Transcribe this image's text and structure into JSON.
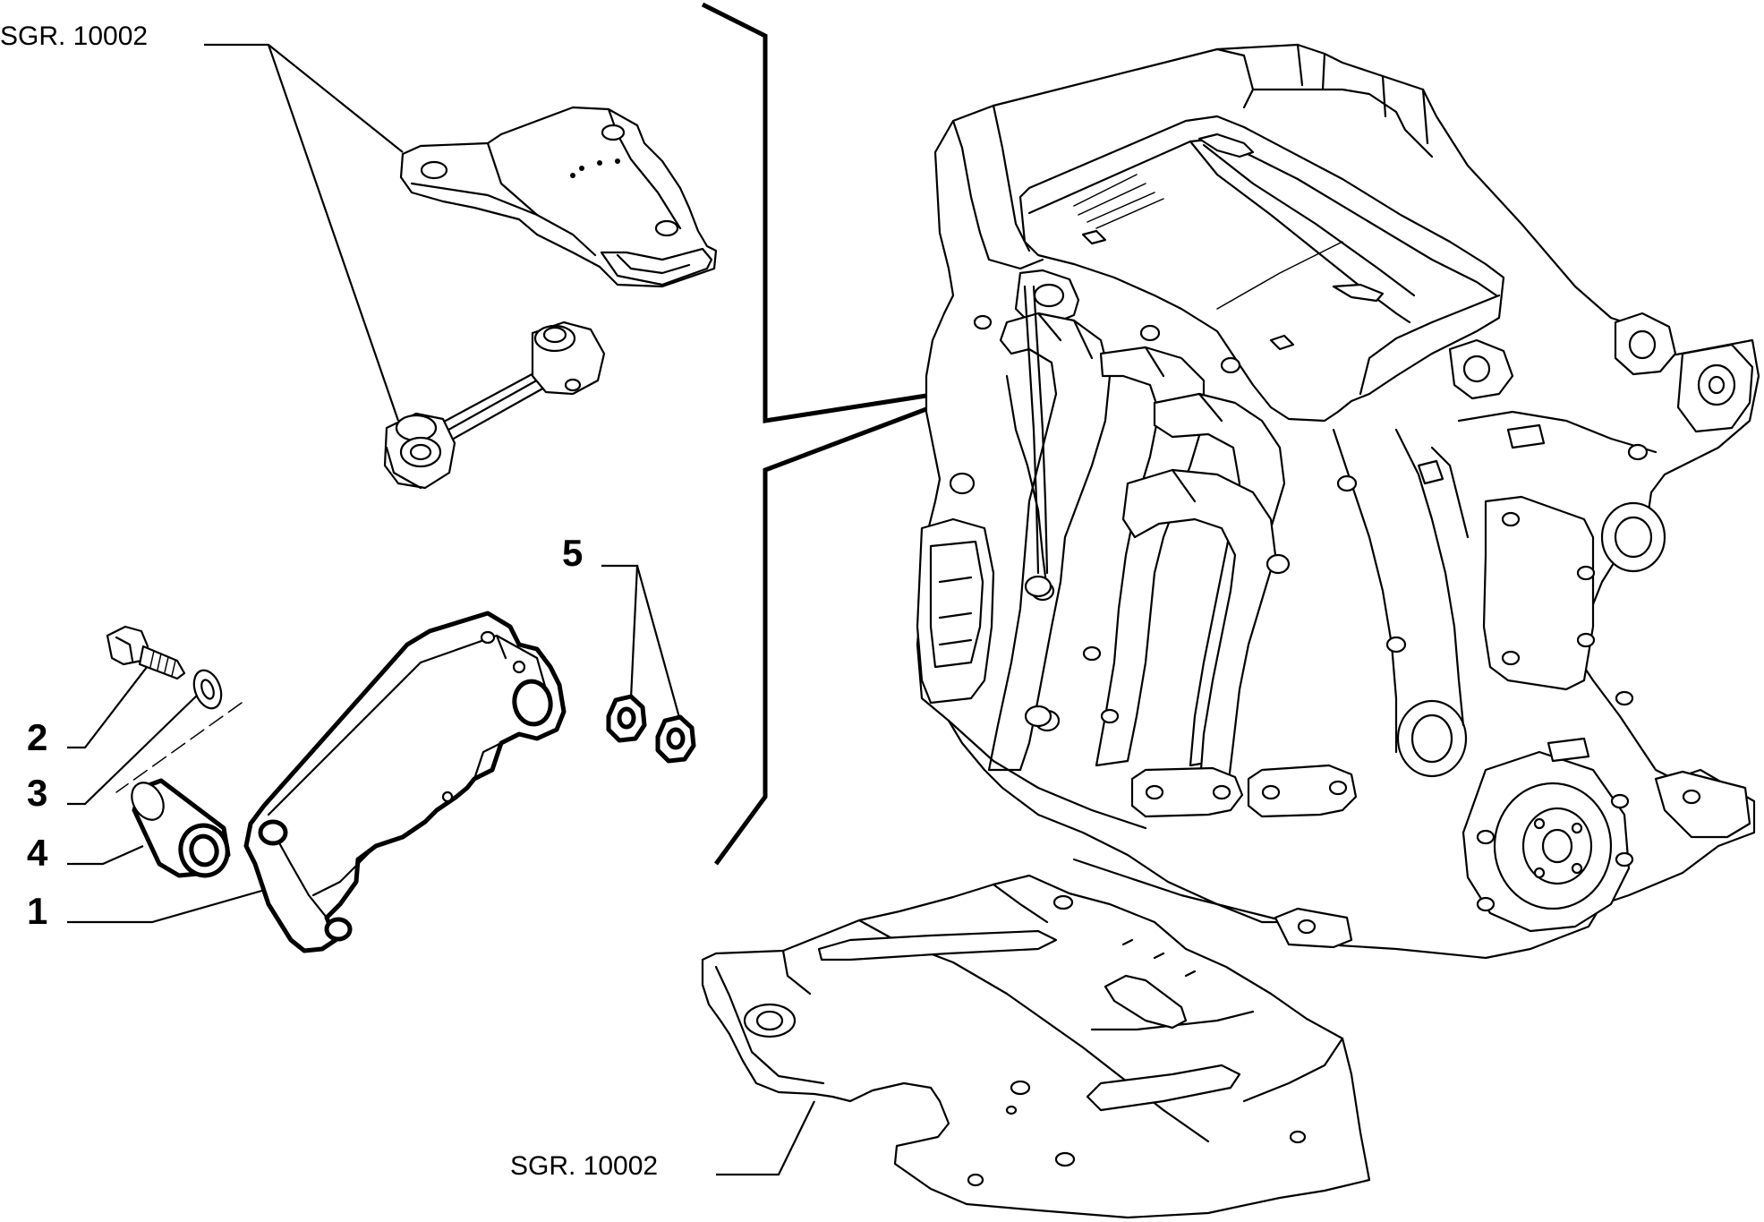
{
  "labels": {
    "ref_top": "SGR. 10002",
    "ref_bottom": "SGR. 10002",
    "part_1": "1",
    "part_2": "2",
    "part_3": "3",
    "part_4": "4",
    "part_5": "5"
  }
}
